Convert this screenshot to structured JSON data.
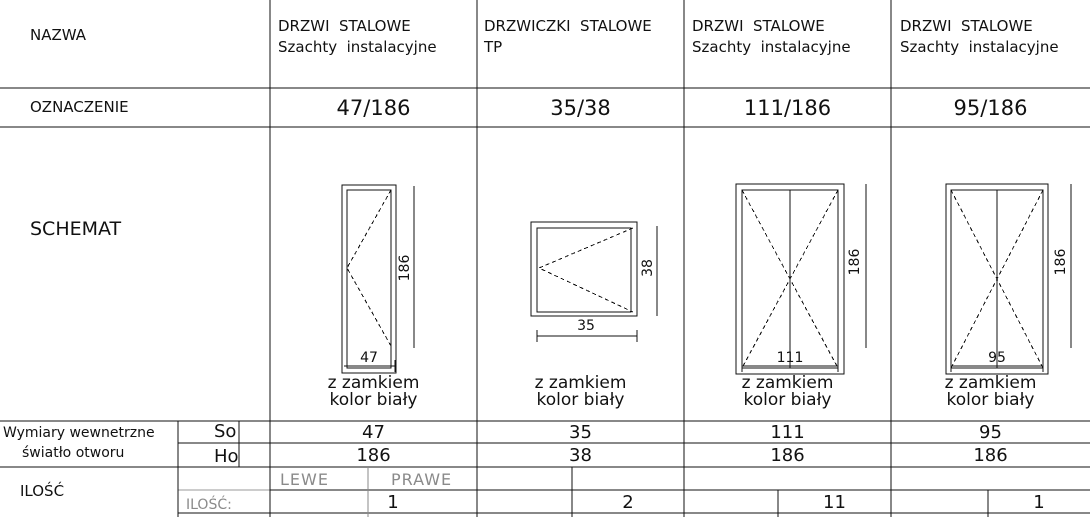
{
  "labels": {
    "nazwa": "NAZWA",
    "oznaczenie": "OZNACZENIE",
    "schemat": "SCHEMAT",
    "wymiary_line1": "Wymiary wewnetrzne",
    "wymiary_line2": "światło otworu",
    "so": "So",
    "ho": "Ho",
    "ilosc": "ILOŚĆ",
    "ilosc_sub": "ILOŚĆ:",
    "lewe": "LEWE",
    "prawe": "PRAWE"
  },
  "items": [
    {
      "name_line1": "DRZWI  STALOWE",
      "name_line2": "Szachty  instalacyjne",
      "mark": "47/186",
      "width_label": "47",
      "height_label": "186",
      "note_line1": "z zamkiem",
      "note_line2": "kolor biały",
      "so": "47",
      "ho": "186",
      "qty": "1"
    },
    {
      "name_line1": "DRZWICZKI  STALOWE",
      "name_line2": "TP",
      "mark": "35/38",
      "width_label": "35",
      "height_label": "38",
      "note_line1": "z zamkiem",
      "note_line2": "kolor biały",
      "so": "35",
      "ho": "38",
      "qty": "2"
    },
    {
      "name_line1": "DRZWI  STALOWE",
      "name_line2": "Szachty  instalacyjne",
      "mark": "111/186",
      "width_label": "111",
      "height_label": "186",
      "note_line1": "z zamkiem",
      "note_line2": "kolor biały",
      "so": "111",
      "ho": "186",
      "qty": "11"
    },
    {
      "name_line1": "DRZWI  STALOWE",
      "name_line2": "Szachty  instalacyjne",
      "mark": "95/186",
      "width_label": "95",
      "height_label": "186",
      "note_line1": "z zamkiem",
      "note_line2": "kolor biały",
      "so": "95",
      "ho": "186",
      "qty": "1"
    }
  ]
}
